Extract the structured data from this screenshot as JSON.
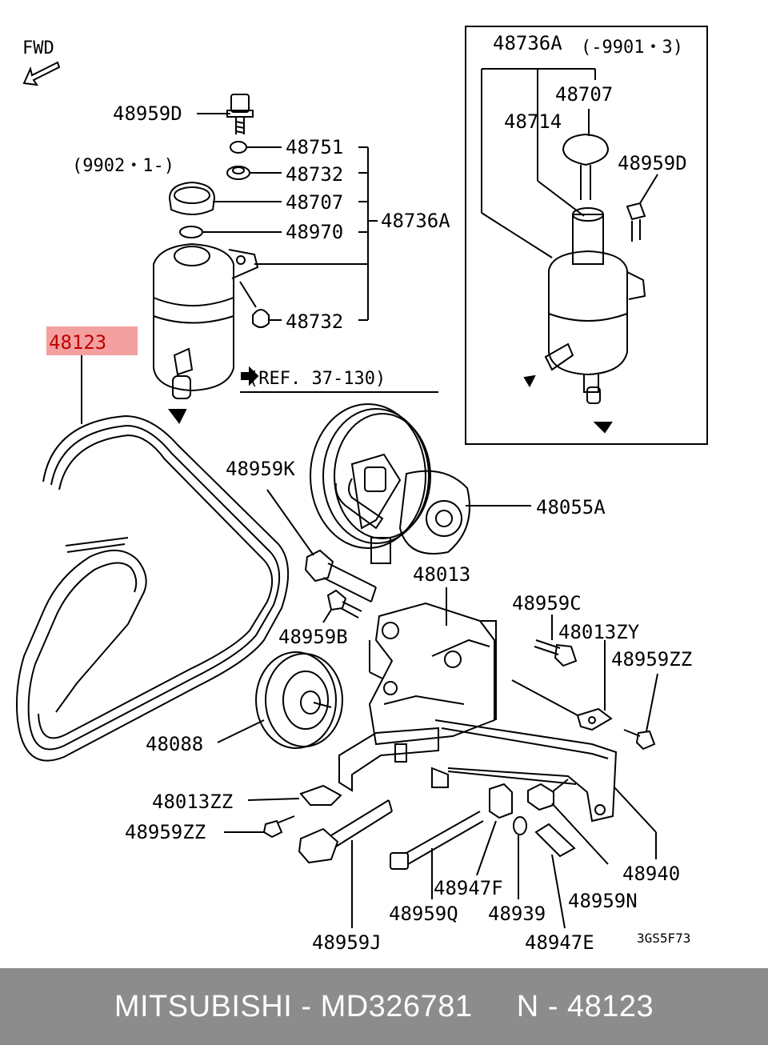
{
  "diagram": {
    "fwd": "FWD",
    "ref": "(REF. 37-130)",
    "code": "3GS5F73",
    "highlight_color": "#f4a0a0",
    "labels": {
      "l48959D_a": "48959D",
      "l48751": "48751",
      "l48732_a": "48732",
      "l48707_a": "48707",
      "l48970": "48970",
      "l48736A_a": "48736A",
      "l48732_b": "48732",
      "l9902": "(9902・1-)",
      "l48123": "48123",
      "l48736A_b": "48736A",
      "l9901": "(-9901・3)",
      "l48707_b": "48707",
      "l48714": "48714",
      "l48959D_b": "48959D",
      "l48959K": "48959K",
      "l48055A": "48055A",
      "l48013": "48013",
      "l48959C": "48959C",
      "l48013ZY": "48013ZY",
      "l48959B": "48959B",
      "l48959ZZ_a": "48959ZZ",
      "l48088": "48088",
      "l48013ZZ": "48013ZZ",
      "l48959ZZ_b": "48959ZZ",
      "l48940": "48940",
      "l48947F": "48947F",
      "l48959N": "48959N",
      "l48959Q": "48959Q",
      "l48939": "48939",
      "l48947E": "48947E",
      "l48959J": "48959J"
    }
  },
  "footer": {
    "brand": "MITSUBISHI",
    "sep1": " - ",
    "part_number": "MD326781",
    "gap": "     ",
    "prefix": "N",
    "sep2": " - ",
    "ref_number": "48123"
  }
}
